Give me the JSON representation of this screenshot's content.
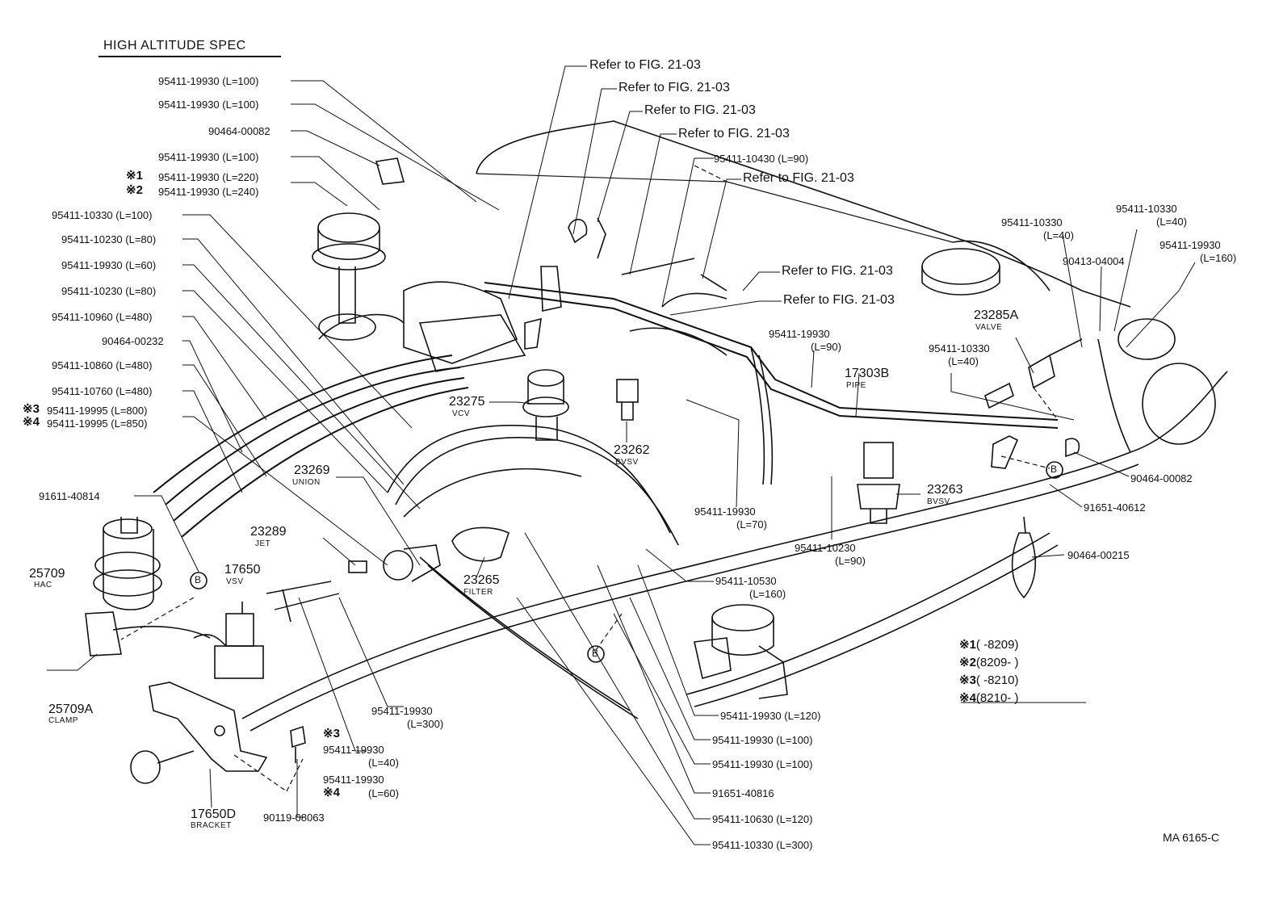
{
  "title": "HIGH ALTITUDE SPEC",
  "footer_code": "MA 6165-C",
  "refer": "Refer to FIG. 21-03",
  "b_marker": "B",
  "left_labels": [
    "95411-19930 (L=100)",
    "95411-19930 (L=100)",
    "90464-00082",
    "95411-19930 (L=100)",
    "95411-19930 (L=220)",
    "95411-19930 (L=240)",
    "95411-10330 (L=100)",
    "95411-10230 (L=80)",
    "95411-19930 (L=60)",
    "95411-10230 (L=80)",
    "95411-10960 (L=480)",
    "90464-00232",
    "95411-10860 (L=480)",
    "95411-10760 (L=480)",
    "95411-19995 (L=800)",
    "95411-19995 (L=850)",
    "91611-40814"
  ],
  "marks": {
    "m1": "※1",
    "m2": "※2",
    "m3": "※3",
    "m4": "※4"
  },
  "parts": {
    "p25709": {
      "num": "25709",
      "name": "HAC"
    },
    "p25709a": {
      "num": "25709A",
      "name": "CLAMP"
    },
    "p17650": {
      "num": "17650",
      "name": "VSV"
    },
    "p17650d": {
      "num": "17650D",
      "name": "BRACKET"
    },
    "p23289": {
      "num": "23289",
      "name": "JET"
    },
    "p23269": {
      "num": "23269",
      "name": "UNION"
    },
    "p23275": {
      "num": "23275",
      "name": "VCV"
    },
    "p23265": {
      "num": "23265",
      "name": "FILTER"
    },
    "p23262": {
      "num": "23262",
      "name": "BVSV"
    },
    "p23263": {
      "num": "23263",
      "name": "BVSV"
    },
    "p17303b": {
      "num": "17303B",
      "name": "PIPE"
    },
    "p23285a": {
      "num": "23285A",
      "name": "VALVE"
    }
  },
  "right_labels": {
    "r1": "95411-10430 (L=90)",
    "r2a": "95411-10330",
    "r2b": "(L=40)",
    "r3a": "95411-10330",
    "r3b": "(L=40)",
    "r4a": "95411-19930",
    "r4b": "(L=160)",
    "r5": "90413-04004",
    "r6a": "95411-10330",
    "r6b": "(L=40)",
    "r7a": "95411-19930",
    "r7b": "(L=90)",
    "r8": "90464-00082",
    "r9": "91651-40612",
    "r10": "90464-00215",
    "r11a": "95411-19930",
    "r11b": "(L=70)",
    "r12a": "95411-10230",
    "r12b": "(L=90)",
    "r13a": "95411-10530",
    "r13b": "(L=160)"
  },
  "bottom_labels": {
    "b1a": "95411-19930",
    "b1b": "(L=300)",
    "b2a": "95411-19930",
    "b2b": "(L=40)",
    "b3a": "95411-19930",
    "b3b": "(L=60)",
    "b4": "90119-08063",
    "b5": "95411-19930 (L=120)",
    "b6": "95411-19930 (L=100)",
    "b7": "95411-19930 (L=100)",
    "b8": "91651-40816",
    "b9": "95411-10630 (L=120)",
    "b10": "95411-10330 (L=300)"
  },
  "legend": [
    {
      "mark": "※1",
      "text": "(      -8209)"
    },
    {
      "mark": "※2",
      "text": "(8209-        )"
    },
    {
      "mark": "※3",
      "text": "(      -8210)"
    },
    {
      "mark": "※4",
      "text": "(8210-        )"
    }
  ]
}
